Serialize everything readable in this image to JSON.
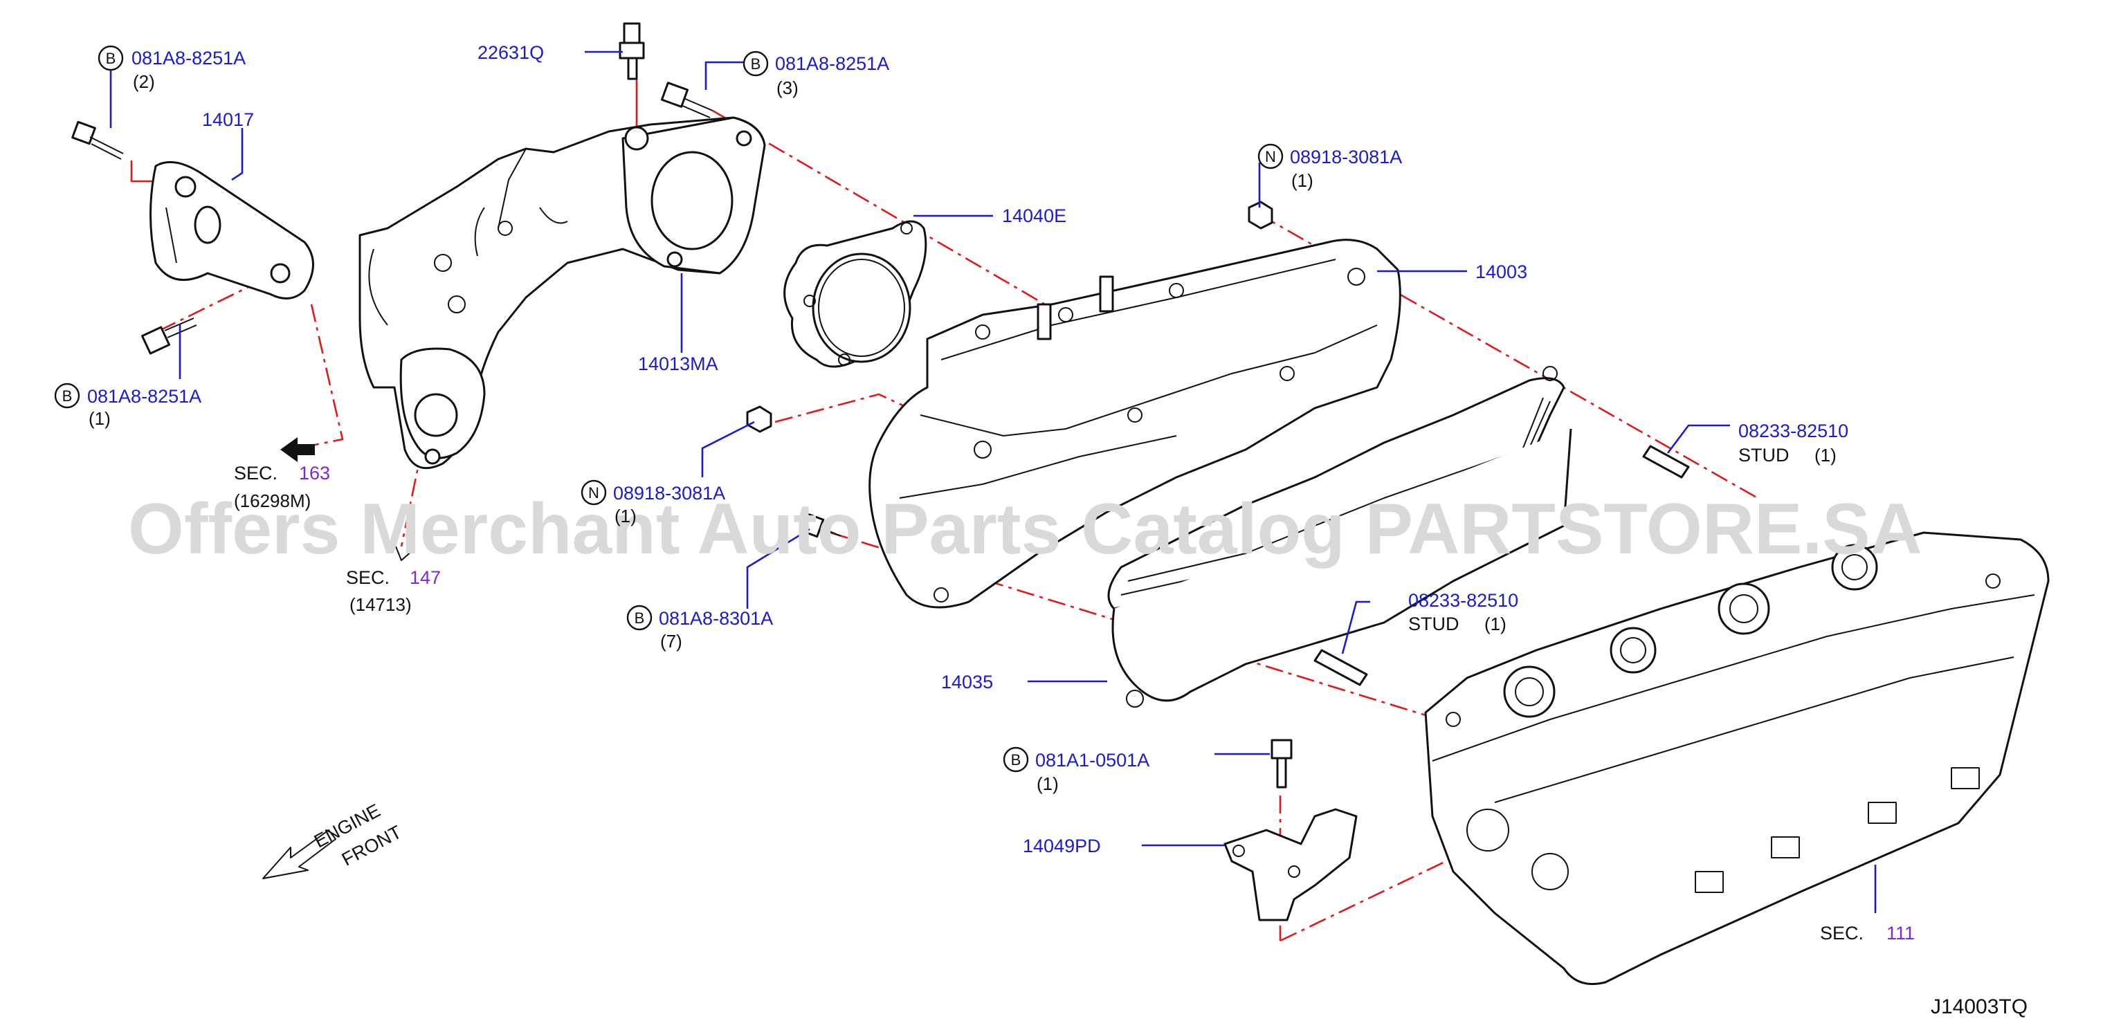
{
  "watermark": "Offers Merchant Auto Parts Catalog PARTSTORE.SA",
  "diagram_code": "J14003TQ",
  "engine_front": [
    "ENGINE",
    "FRONT"
  ],
  "callouts": {
    "bolt_a_top": {
      "symbol": "B",
      "part": "081A8-8251A",
      "qty": "(2)"
    },
    "bolt_a_mid": {
      "symbol": "B",
      "part": "081A8-8251A",
      "qty": "(3)"
    },
    "bolt_a_low": {
      "symbol": "B",
      "part": "081A8-8251A",
      "qty": "(1)"
    },
    "bracket_14017": {
      "part": "14017"
    },
    "sensor_22631q": {
      "part": "22631Q"
    },
    "manifold_14013ma": {
      "part": "14013MA"
    },
    "gasket_14040e": {
      "part": "14040E"
    },
    "nut_top": {
      "symbol": "N",
      "part": "08918-3081A",
      "qty": "(1)"
    },
    "manifold_14003": {
      "part": "14003"
    },
    "stud_top": {
      "part": "08233-82510",
      "desc": "STUD",
      "qty": "(1)"
    },
    "nut_low": {
      "symbol": "N",
      "part": "08918-3081A",
      "qty": "(1)"
    },
    "bolt_8301a": {
      "symbol": "B",
      "part": "081A8-8301A",
      "qty": "(7)"
    },
    "stud_low": {
      "part": "08233-82510",
      "desc": "STUD",
      "qty": "(1)"
    },
    "gasket_14035": {
      "part": "14035"
    },
    "bolt_0501a": {
      "symbol": "B",
      "part": "081A1-0501A",
      "qty": "(1)"
    },
    "bracket_14049pd": {
      "part": "14049PD"
    }
  },
  "sections": {
    "sec163": {
      "label": "SEC.",
      "number": "163",
      "sub": "(16298M)"
    },
    "sec147": {
      "label": "SEC.",
      "number": "147",
      "sub": "(14713)"
    },
    "sec111": {
      "label": "SEC.",
      "number": "111"
    }
  },
  "colors": {
    "callout_blue": "#1a1ad6",
    "centerline_red": "#e01a1a",
    "section_purple": "#7a2ad6"
  }
}
